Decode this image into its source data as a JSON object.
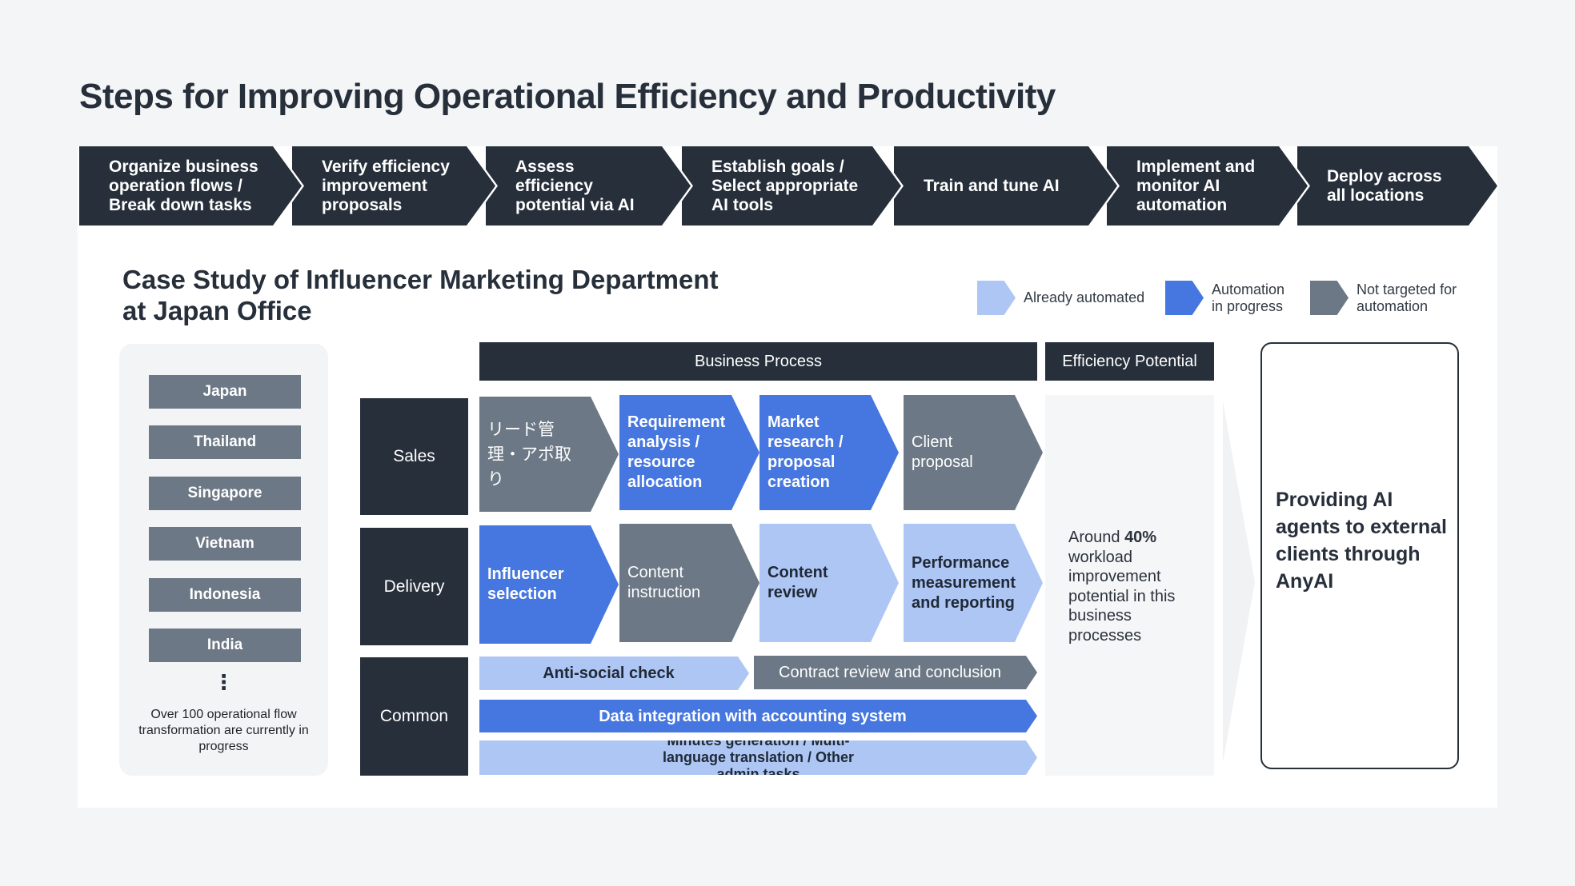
{
  "title": "Steps for Improving Operational Efficiency and Productivity",
  "steps": [
    "Organize business operation flows / Break down tasks",
    "Verify efficiency improvement proposals",
    "Assess efficiency potential via AI",
    "Establish goals / Select appropriate AI tools",
    "Train and tune AI",
    "Implement and monitor AI automation",
    "Deploy across all locations"
  ],
  "case_study": {
    "title_line1": "Case Study of Influencer Marketing Department",
    "title_line2": "at Japan Office"
  },
  "legend": [
    {
      "label": "Already automated",
      "color": "#aec6f4"
    },
    {
      "label": "Automation in progress",
      "color": "#4677e0"
    },
    {
      "label": "Not targeted for automation",
      "color": "#6c7885"
    }
  ],
  "countries": [
    "Japan",
    "Thailand",
    "Singapore",
    "Vietnam",
    "Indonesia",
    "India"
  ],
  "countries_more": "⋮",
  "countries_note": "Over 100 operational flow transformation are currently in progress",
  "headers": {
    "process": "Business Process",
    "efficiency": "Efficiency Potential"
  },
  "rows": {
    "sales": "Sales",
    "delivery": "Delivery",
    "common": "Common"
  },
  "sales": [
    "リード管理・アポ取り",
    "Requirement analysis / resource allocation",
    "Market research / proposal creation",
    "Client proposal"
  ],
  "delivery": [
    "Influencer selection",
    "Content instruction",
    "Content review",
    "Performance measurement and reporting"
  ],
  "common": [
    "Anti-social check",
    "Contract review and conclusion",
    "Data integration with accounting system",
    "Minutes generation / Multi-language translation / Other admin tasks"
  ],
  "efficiency": {
    "prefix": "Around ",
    "value": "40%",
    "suffix": " workload improvement potential in this business processes"
  },
  "outcome": "Providing AI agents to external clients through AnyAI",
  "colors": {
    "dark": "#262f3a",
    "already": "#aec6f4",
    "in_progress": "#4677e0",
    "not_targeted": "#6c7885"
  }
}
